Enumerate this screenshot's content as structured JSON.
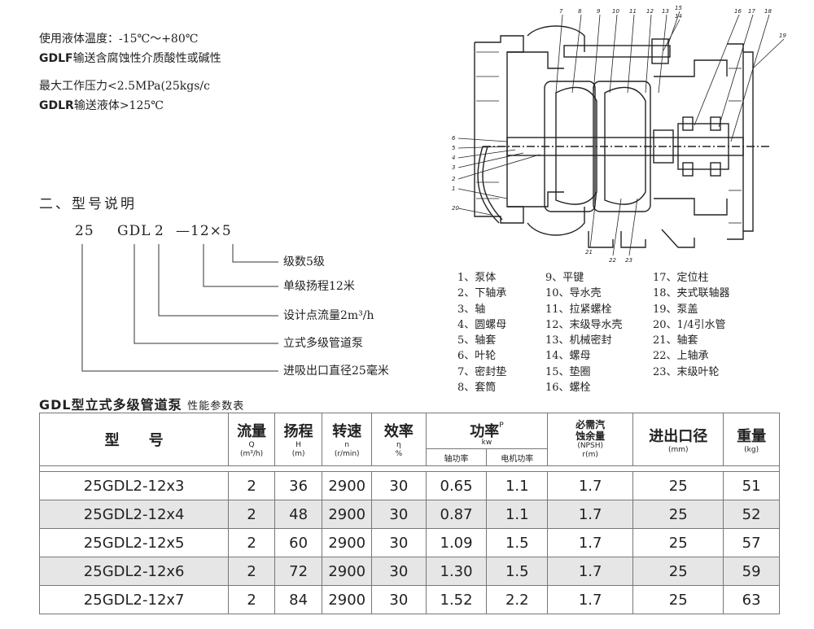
{
  "intro": {
    "line1": "使用液体温度：-15℃～+80℃",
    "line2_bold": "GDLF",
    "line2_rest": "输送含腐蚀性介质酸性或碱性",
    "line3": "最大工作压力<2.5MPa(25kgs/c",
    "line4_bold": "GDLR",
    "line4_rest": "输送液体>125℃"
  },
  "section_title": "二、型号说明",
  "model_code": {
    "part1": "25",
    "part2": "GDL",
    "part3": "2",
    "part4": "—12×5",
    "labels": [
      "级数5级",
      "单级扬程12米",
      "设计点流量2m³/h",
      "立式多级管道泵",
      "进吸出口直径25毫米"
    ]
  },
  "drawing": {
    "callouts_top": [
      "7",
      "8",
      "9",
      "10",
      "11",
      "12",
      "13",
      "15",
      "14",
      "16",
      "17",
      "18",
      "19"
    ],
    "callouts_left": [
      "6",
      "5",
      "4",
      "3",
      "2",
      "1",
      "20"
    ],
    "callouts_bottom": [
      "21",
      "22",
      "23"
    ]
  },
  "legend": {
    "col1": [
      "1、泵体",
      "2、下轴承",
      "3、轴",
      "4、圆螺母",
      "5、轴套",
      "6、叶轮",
      "7、密封垫",
      "8、套筒"
    ],
    "col2": [
      "9、平键",
      "10、导水壳",
      "11、拉紧螺栓",
      "12、末级导水壳",
      "13、机械密封",
      "14、螺母",
      "15、垫圈",
      "16、螺栓"
    ],
    "col3": [
      "17、定位柱",
      "18、夹式联轴器",
      "19、泵盖",
      "20、1/4引水管",
      "21、轴套",
      "22、上轴承",
      "23、末级叶轮"
    ]
  },
  "table_title": {
    "main": "GDL型立式多级管道泵",
    "sub": "性能参数表"
  },
  "table": {
    "headers": {
      "model": "型　　号",
      "flow": "流量",
      "flow_sub1": "Q",
      "flow_sub2": "(m³/h)",
      "head": "扬程",
      "head_sub1": "H",
      "head_sub2": "(m)",
      "speed": "转速",
      "speed_sub1": "n",
      "speed_sub2": "(r/min)",
      "eff": "效率",
      "eff_sub1": "η",
      "eff_sub2": "%",
      "power": "功率",
      "power_sup": "P",
      "power_unit": "kw",
      "shaft_power": "轴功率",
      "motor_power": "电机功率",
      "npsh1": "必需汽",
      "npsh2": "蚀余量",
      "npsh3": "(NPSH)",
      "npsh4": "r(m)",
      "diam": "进出口径",
      "diam_sub": "(mm)",
      "weight": "重量",
      "weight_sub": "(kg)"
    },
    "rows": [
      [
        "25GDL2-12x3",
        "2",
        "36",
        "2900",
        "30",
        "0.65",
        "1.1",
        "1.7",
        "25",
        "51"
      ],
      [
        "25GDL2-12x4",
        "2",
        "48",
        "2900",
        "30",
        "0.87",
        "1.1",
        "1.7",
        "25",
        "52"
      ],
      [
        "25GDL2-12x5",
        "2",
        "60",
        "2900",
        "30",
        "1.09",
        "1.5",
        "1.7",
        "25",
        "57"
      ],
      [
        "25GDL2-12x6",
        "2",
        "72",
        "2900",
        "30",
        "1.30",
        "1.5",
        "1.7",
        "25",
        "59"
      ],
      [
        "25GDL2-12x7",
        "2",
        "84",
        "2900",
        "30",
        "1.52",
        "2.2",
        "1.7",
        "25",
        "63"
      ]
    ]
  }
}
